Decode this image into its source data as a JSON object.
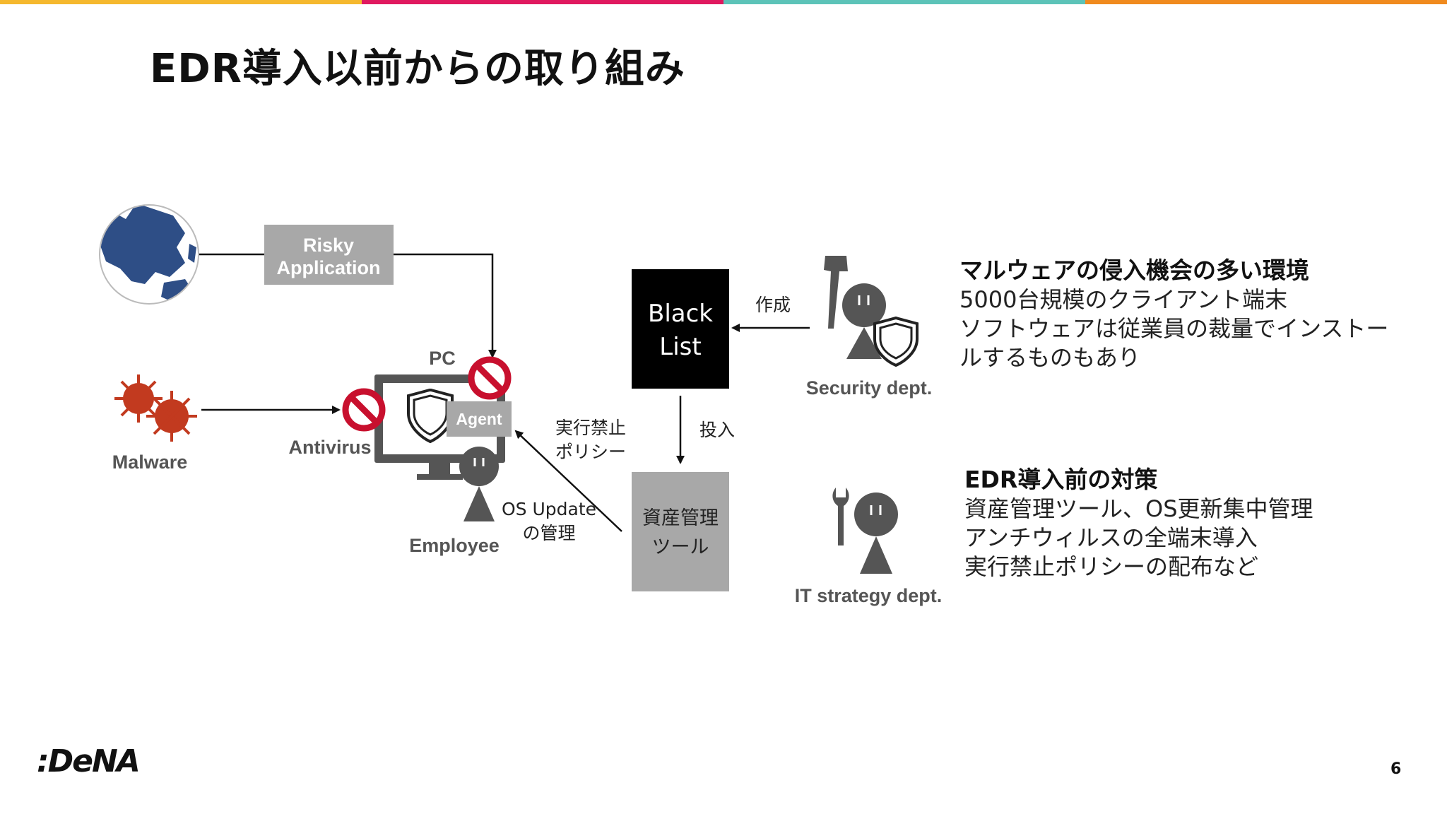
{
  "slide": {
    "title": "EDR導入以前からの取り組み",
    "page_number": "6",
    "logo_text": ":DeNA",
    "accent_colors": [
      "#f5b82e",
      "#e0195f",
      "#5cc3b8",
      "#f08a1e"
    ]
  },
  "diagram": {
    "risky_application": [
      "Risky",
      "Application"
    ],
    "pc_label": "PC",
    "agent_label": "Agent",
    "antivirus_label": "Antivirus",
    "malware_label": "Malware",
    "employee_label": "Employee",
    "os_update_label": [
      "OS Update",
      "の管理"
    ],
    "policy_label": [
      "実行禁止",
      "ポリシー"
    ],
    "blacklist_label": [
      "Black",
      "List"
    ],
    "create_label": "作成",
    "deploy_label": "投入",
    "asset_tool_label": [
      "資産管理",
      "ツール"
    ],
    "security_dept_label": "Security dept.",
    "it_dept_label": "IT strategy dept."
  },
  "panel_env": {
    "heading": "マルウェアの侵入機会の多い環境",
    "lines": [
      "5000台規模のクライアント端末",
      "ソフトウェアは従業員の裁量でインストー",
      "ルするものもあり"
    ]
  },
  "panel_measures": {
    "heading": "EDR導入前の対策",
    "lines": [
      "資産管理ツール、OS更新集中管理",
      "アンチウィルスの全端末導入",
      "実行禁止ポリシーの配布など"
    ]
  },
  "icons": [
    "globe-icon",
    "malware-icon",
    "prohibit-icon",
    "shield-icon",
    "monitor-icon",
    "person-icon",
    "axe-icon",
    "wrench-icon"
  ]
}
